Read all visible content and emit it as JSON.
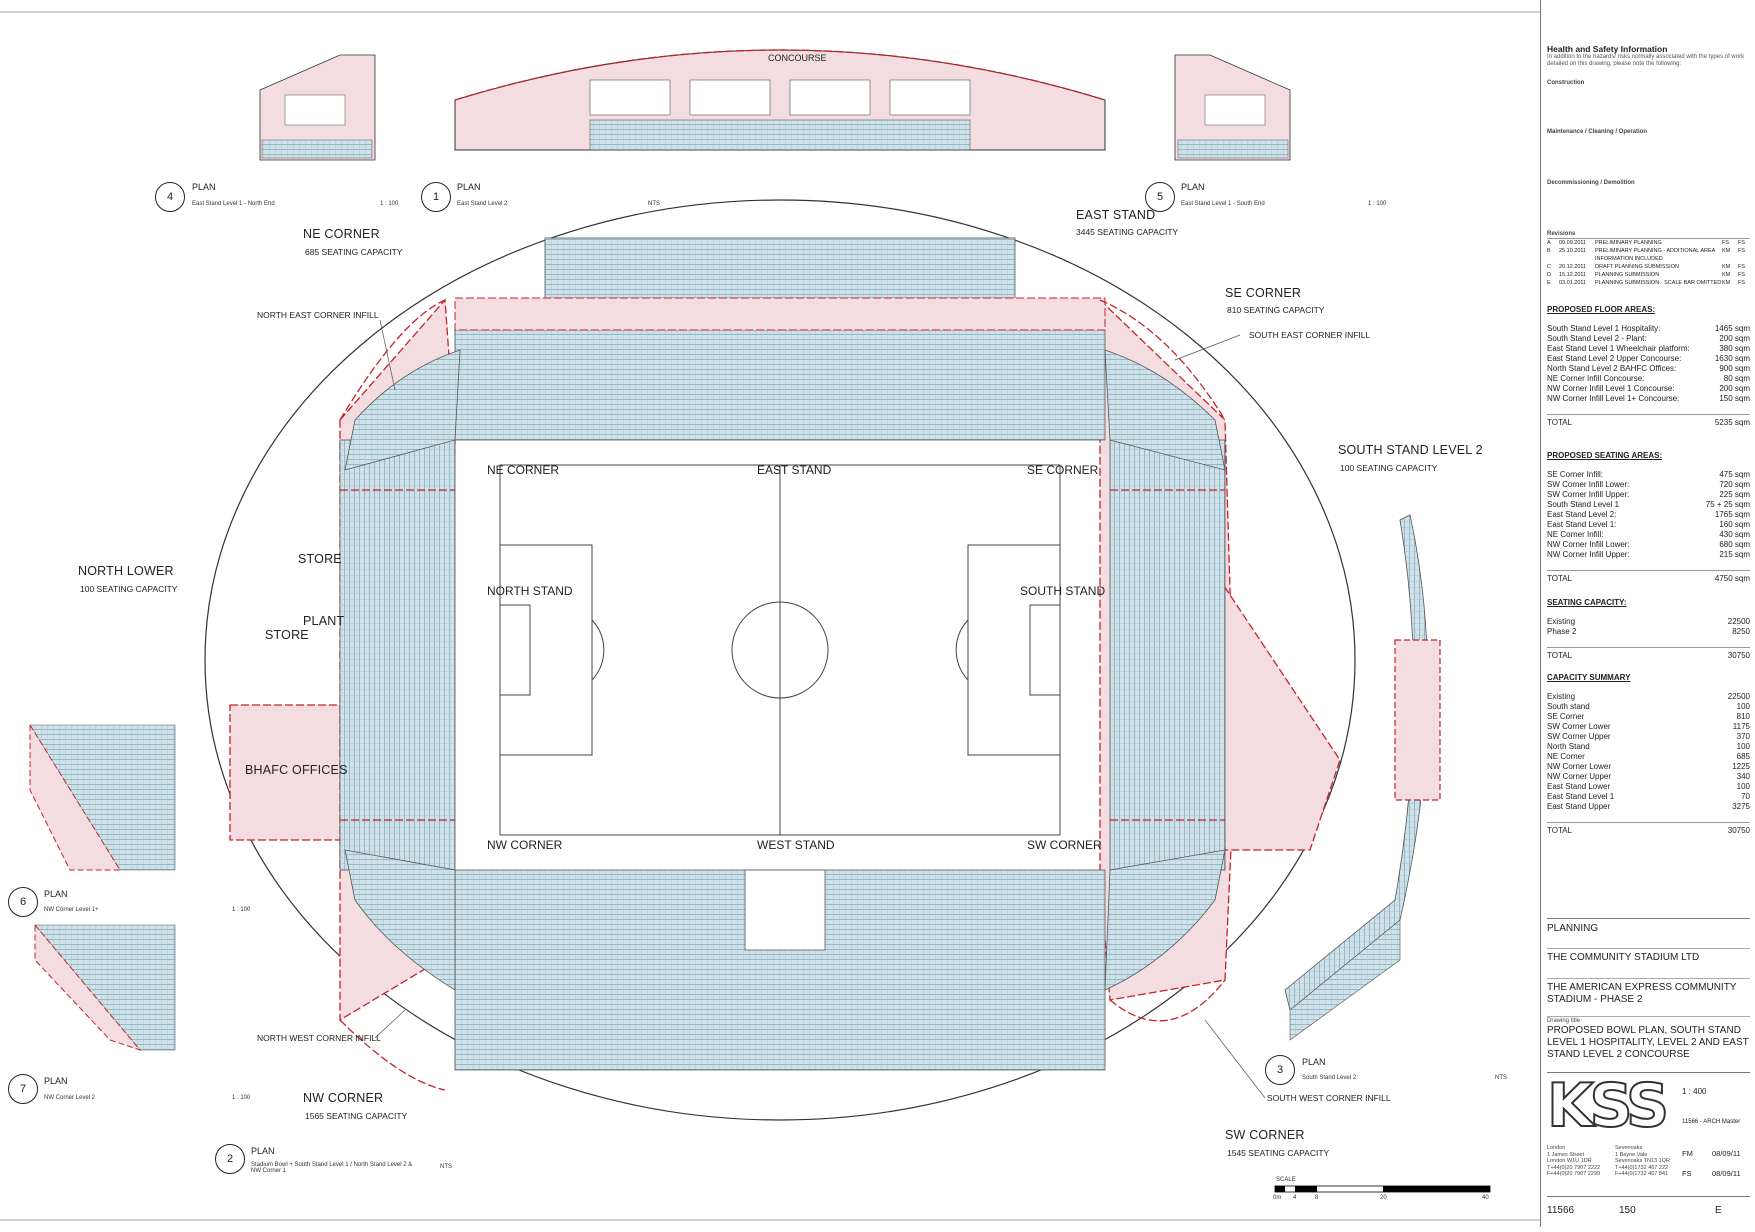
{
  "labels": {
    "ne_corner_top": "NE CORNER",
    "ne_corner_cap": "685 SEATING CAPACITY",
    "east_stand_top": "EAST STAND",
    "east_stand_cap": "3445 SEATING CAPACITY",
    "se_corner_top": "SE CORNER",
    "se_corner_cap": "810 SEATING CAPACITY",
    "ne_infill": "NORTH EAST CORNER INFILL",
    "se_infill": "SOUTH EAST CORNER INFILL",
    "south_stand_l2": "SOUTH STAND  LEVEL 2",
    "south_stand_l2_cap": "100 SEATING CAPACITY",
    "north_lower": "NORTH LOWER",
    "north_lower_cap": "100 SEATING CAPACITY",
    "store_1": "STORE",
    "plant": "PLANT",
    "store_2": "STORE",
    "bhafc": "BHAFC OFFICES",
    "nw_infill": "NORTH WEST CORNER INFILL",
    "nw_corner_bottom": "NW CORNER",
    "nw_corner_cap": "1565 SEATING CAPACITY",
    "sw_infill": "SOUTH WEST CORNER INFILL",
    "sw_corner_bottom": "SW CORNER",
    "sw_corner_cap": "1545 SEATING CAPACITY",
    "concourse": "CONCOURSE",
    "field_ne": "NE CORNER",
    "field_east": "EAST STAND",
    "field_se": "SE CORNER",
    "field_north": "NORTH STAND",
    "field_south": "SOUTH STAND",
    "field_nw": "NW CORNER",
    "field_west": "WEST STAND",
    "field_sw": "SW CORNER",
    "scale_label": "SCALE",
    "scale_0": "0m",
    "scale_4": "4",
    "scale_8": "8",
    "scale_20": "20",
    "scale_40": "40"
  },
  "plans": [
    {
      "num": "4",
      "title": "PLAN",
      "desc": "East Stand Level 1 - North End",
      "scale": "1 : 100"
    },
    {
      "num": "1",
      "title": "PLAN",
      "desc": "East Stand Level 2",
      "scale": "NTS"
    },
    {
      "num": "5",
      "title": "PLAN",
      "desc": "East Stand Level 1 - South End",
      "scale": "1 : 100"
    },
    {
      "num": "6",
      "title": "PLAN",
      "desc": "NW Corner Level 1+",
      "scale": "1 : 100"
    },
    {
      "num": "7",
      "title": "PLAN",
      "desc": "NW Corner Level 2",
      "scale": "1 : 100"
    },
    {
      "num": "2",
      "title": "PLAN",
      "desc": "Stadium Bowl + South Stand Level 1 / North Stand Level 2 & NW Corner 1",
      "scale": "NTS"
    },
    {
      "num": "3",
      "title": "PLAN",
      "desc": "South Stand Level 2",
      "scale": "NTS"
    }
  ],
  "titleblock": {
    "hs_title": "Health and Safety Information",
    "hs_text": "In addition to the hazards/ risks normally associated with the types of work detailed on this drawing, please note the following:",
    "construction": "Construction",
    "maintenance": "Maintenance / Cleaning / Operation",
    "decommissioning": "Decommissioning / Demolition",
    "revisions_label": "Revisions",
    "revisions": [
      {
        "rev": "A",
        "date": "09.09.2011",
        "desc": "PRELIMINARY PLANNING",
        "by": "FS",
        "chk": "FS"
      },
      {
        "rev": "B",
        "date": "25.10.2011",
        "desc": "PRELIMINARY PLANNING - ADDITIONAL AREA INFORMATION INCLUDED",
        "by": "KM",
        "chk": "FS"
      },
      {
        "rev": "C",
        "date": "20.12.2011",
        "desc": "DRAFT PLANNING SUBMISSION",
        "by": "KM",
        "chk": "FS"
      },
      {
        "rev": "D",
        "date": "15.12.2011",
        "desc": "PLANNING SUBMISSION",
        "by": "KM",
        "chk": "FS"
      },
      {
        "rev": "E",
        "date": "03.01.2011",
        "desc": "PLANNING SUBMISSION - SCALE BAR OMITTED",
        "by": "KM",
        "chk": "FS"
      }
    ],
    "floor_title": "PROPOSED FLOOR AREAS:",
    "floor_rows": [
      {
        "k": "South Stand Level 1 Hospitality:",
        "v": "1465 sqm"
      },
      {
        "k": "South Stand Level 2 - Plant:",
        "v": "200 sqm"
      },
      {
        "k": "East Stand Level 1 Wheelchair platform:",
        "v": "380 sqm"
      },
      {
        "k": "East Stand Level 2 Upper Concourse:",
        "v": "1630 sqm"
      },
      {
        "k": "North Stand Level 2 BAHFC Offices:",
        "v": "900 sqm"
      },
      {
        "k": "NE Corner Infill Concourse:",
        "v": "80 sqm"
      },
      {
        "k": "NW Corner Infill Level 1 Concourse:",
        "v": "200 sqm"
      },
      {
        "k": "NW Corner Infill Level 1+ Concourse:",
        "v": "150 sqm"
      }
    ],
    "floor_total_label": "TOTAL",
    "floor_total": "5235 sqm",
    "seating_title": "PROPOSED SEATING AREAS:",
    "seating_rows": [
      {
        "k": "SE Corner Infill:",
        "v": "475 sqm"
      },
      {
        "k": "SW Corner Infill Lower:",
        "v": "720 sqm"
      },
      {
        "k": "SW Corner Infill Upper:",
        "v": "225 sqm"
      },
      {
        "k": "South Stand Level 1",
        "v": "75 + 25 sqm"
      },
      {
        "k": "East Stand Level 2:",
        "v": "1765 sqm"
      },
      {
        "k": "East Stand Level 1:",
        "v": "160 sqm"
      },
      {
        "k": "NE Corner Infill:",
        "v": "430 sqm"
      },
      {
        "k": "NW Corner Infill Lower:",
        "v": "680 sqm"
      },
      {
        "k": "NW Corner Infill Upper:",
        "v": "215 sqm"
      }
    ],
    "seating_total_label": "TOTAL",
    "seating_total": "4750 sqm",
    "capacity_title": "SEATING CAPACITY:",
    "capacity_rows": [
      {
        "k": "Existing",
        "v": "22500"
      },
      {
        "k": "Phase 2",
        "v": "8250"
      }
    ],
    "capacity_total_label": "TOTAL",
    "capacity_total": "30750",
    "summary_title": "CAPACITY SUMMARY",
    "summary_rows": [
      {
        "k": "Existing",
        "v": "22500"
      },
      {
        "k": "South stand",
        "v": "100"
      },
      {
        "k": "SE Corner",
        "v": "810"
      },
      {
        "k": "SW Corner Lower",
        "v": "1175"
      },
      {
        "k": "SW Corner Upper",
        "v": "370"
      },
      {
        "k": "North Stand",
        "v": "100"
      },
      {
        "k": "NE Corner",
        "v": "685"
      },
      {
        "k": "NW Corner Lower",
        "v": "1225"
      },
      {
        "k": "NW Corner Upper",
        "v": "340"
      },
      {
        "k": "East Stand Lower",
        "v": "100"
      },
      {
        "k": "East Stand Level 1",
        "v": "70"
      },
      {
        "k": "East Stand Upper",
        "v": "3275"
      }
    ],
    "summary_total_label": "TOTAL",
    "summary_total": "30750",
    "status": "PLANNING",
    "client": "THE COMMUNITY STADIUM LTD",
    "project": "THE AMERICAN EXPRESS COMMUNITY STADIUM - PHASE 2",
    "drawing_title_label": "Drawing title",
    "drawing_title": "PROPOSED BOWL PLAN, SOUTH STAND LEVEL 1 HOSPITALITY, LEVEL 2 AND EAST STAND LEVEL 2 CONCOURSE",
    "logo": "KSS",
    "scale": "1 : 400",
    "file": "11566 - ARCH Master",
    "drawn": "FM",
    "drawn_date": "08/09/11",
    "checked": "FS",
    "checked_date": "08/09/11",
    "project_no": "11566",
    "drawing_no": "150",
    "revision": "E",
    "office_london": "London\n1 James Street\nLondon W1U 1DR\nT+44(0)20 7907 2222\nF+44(0)20 7907 2299",
    "office_sevenoaks": "Sevenoaks\n1 Bayne Vale\nSevenoaks TN13 1QR\nT+44(0)1732 467 222\nF+44(0)1732 467 841"
  }
}
